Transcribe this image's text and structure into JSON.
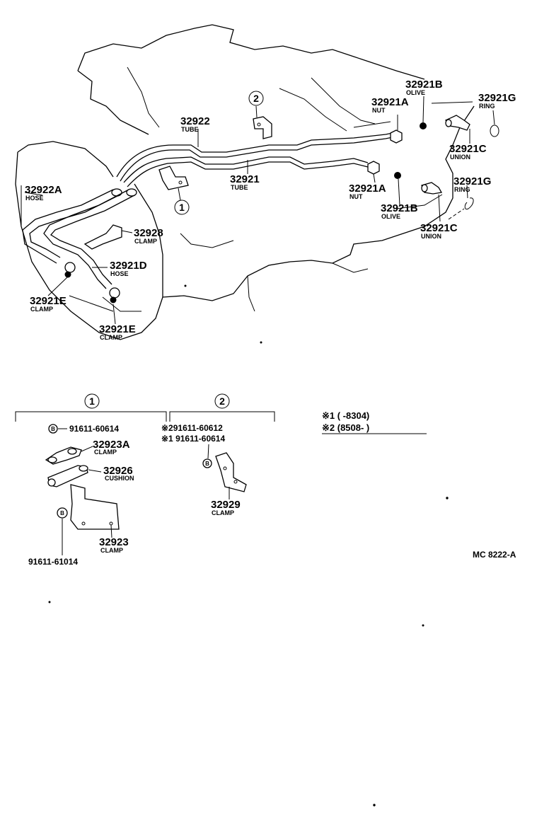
{
  "callouts": {
    "c_32922": {
      "number": "32922",
      "name": "TUBE"
    },
    "c_32921": {
      "number": "32921",
      "name": "TUBE"
    },
    "c_32921B_top": {
      "number": "32921B",
      "name": "OLIVE"
    },
    "c_32921A_top": {
      "number": "32921A",
      "name": "NUT"
    },
    "c_32921G_top": {
      "number": "32921G",
      "name": "RING"
    },
    "c_32921C_top": {
      "number": "32921C",
      "name": "UNION"
    },
    "c_32921A_mid": {
      "number": "32921A",
      "name": "NUT"
    },
    "c_32921G_mid": {
      "number": "32921G",
      "name": "RING"
    },
    "c_32921B_mid": {
      "number": "32921B",
      "name": "OLIVE"
    },
    "c_32921C_mid": {
      "number": "32921C",
      "name": "UNION"
    },
    "c_32922A": {
      "number": "32922A",
      "name": "HOSE"
    },
    "c_32928": {
      "number": "32928",
      "name": "CLAMP"
    },
    "c_32921D": {
      "number": "32921D",
      "name": "HOSE"
    },
    "c_32921E_left": {
      "number": "32921E",
      "name": "CLAMP"
    },
    "c_32921E_bottom": {
      "number": "32921E",
      "name": "CLAMP"
    },
    "c_32923A": {
      "number": "32923A",
      "name": "CLAMP"
    },
    "c_32926": {
      "number": "32926",
      "name": "CUSHION"
    },
    "c_32923": {
      "number": "32923",
      "name": "CLAMP"
    },
    "c_32929": {
      "number": "32929",
      "name": "CLAMP"
    }
  },
  "refs": {
    "circle_1": "1",
    "circle_2": "2",
    "bolt_mark": "B"
  },
  "bolts": {
    "b1": "91611-60614",
    "b2": "91611-61014",
    "b3": "※291611-60612",
    "b4": "※1 91611-60614"
  },
  "notes": {
    "note1": "※1 (       -8304)",
    "note2": "※2 (8508-        )"
  },
  "drawing_code": "MC 8222-A"
}
